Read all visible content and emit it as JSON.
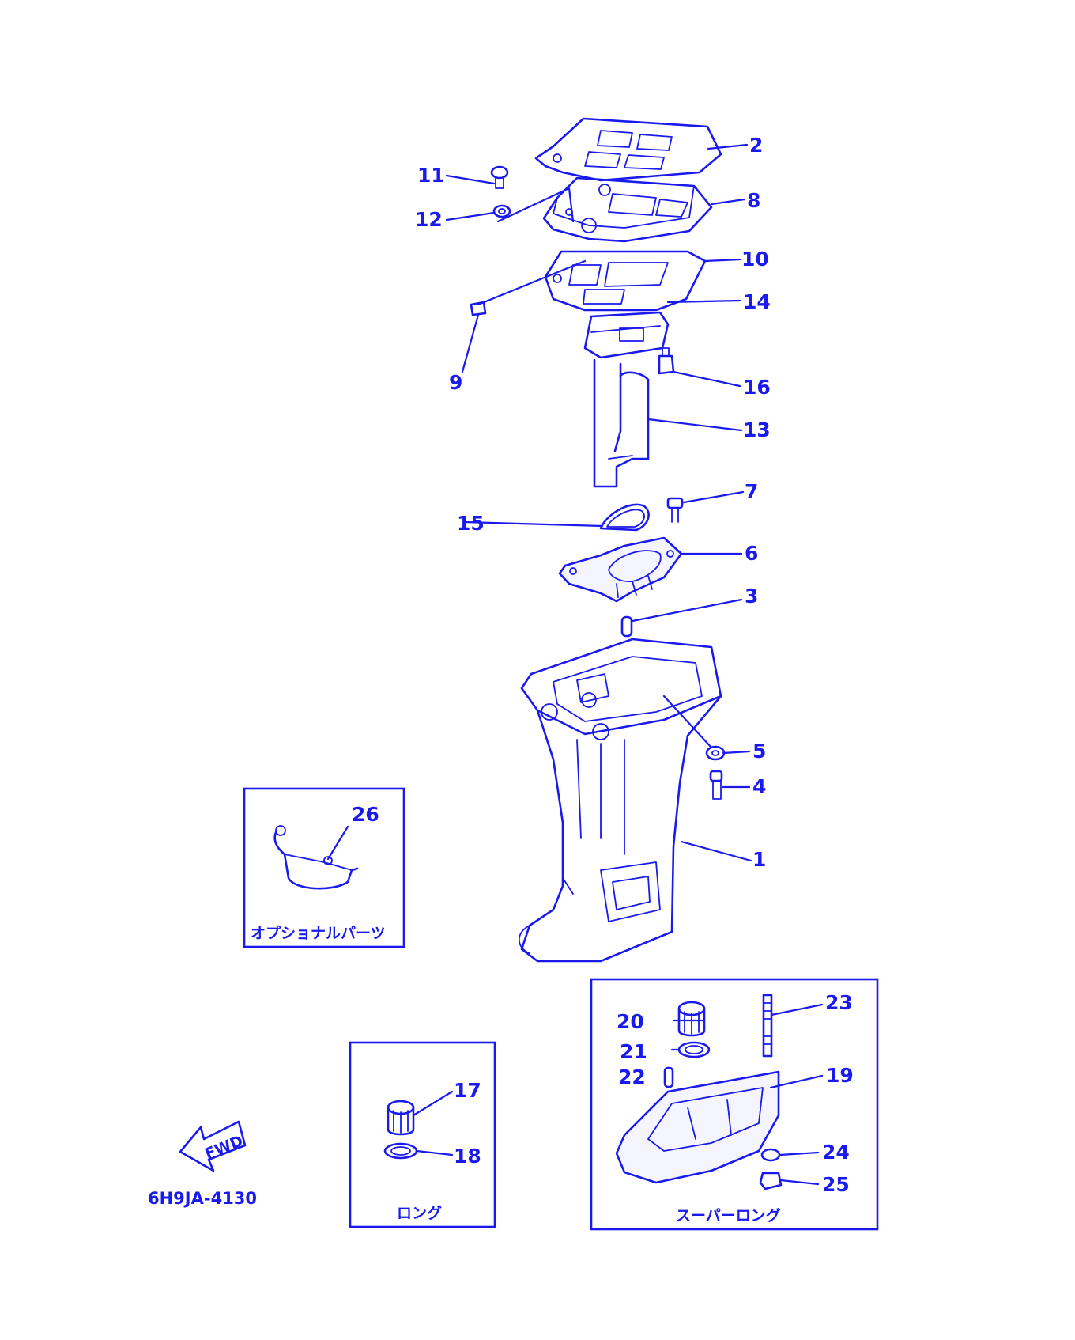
{
  "diagram_code": "6H9JA-4130",
  "fwd_arrow_text": "FWD",
  "boxes": {
    "optional_parts": "オプショナルパーツ",
    "long": "ロング",
    "super_long": "スーパーロング"
  },
  "callouts": {
    "c1": "1",
    "c2": "2",
    "c3": "3",
    "c4": "4",
    "c5": "5",
    "c6": "6",
    "c7": "7",
    "c8": "8",
    "c9": "9",
    "c10": "10",
    "c11": "11",
    "c12": "12",
    "c13": "13",
    "c14": "14",
    "c15": "15",
    "c16": "16",
    "c17": "17",
    "c18": "18",
    "c19": "19",
    "c20": "20",
    "c21": "21",
    "c22": "22",
    "c23": "23",
    "c24": "24",
    "c25": "25",
    "c26": "26"
  },
  "colors": {
    "line": "#1a1aee",
    "background": "#ffffff"
  }
}
